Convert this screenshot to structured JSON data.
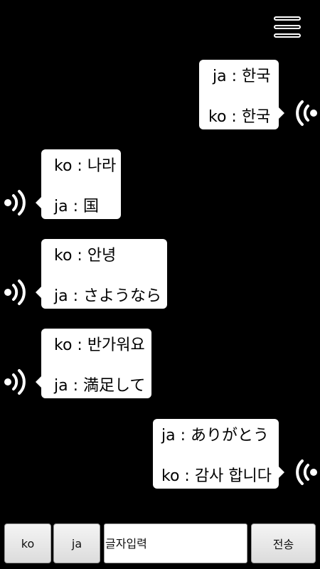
{
  "menu": {
    "icon": "menu-icon"
  },
  "messages": [
    {
      "side": "right",
      "line1": "ja : 한국",
      "line2": "ko : 한국"
    },
    {
      "side": "left",
      "line1": "ko : 나라",
      "line2": "ja : 国"
    },
    {
      "side": "left",
      "line1": "ko : 안녕",
      "line2": "ja : さようなら"
    },
    {
      "side": "left",
      "line1": "ko : 반가워요",
      "line2": "ja : 満足して"
    },
    {
      "side": "right",
      "line1": "ja : ありがとう",
      "line2": "ko : 감사 합니다"
    }
  ],
  "input_bar": {
    "ko_label": "ko",
    "ja_label": "ja",
    "input_placeholder": "글자입력",
    "input_value": "",
    "send_label": "전송"
  },
  "colors": {
    "background": "#000000",
    "bubble": "#ffffff",
    "text": "#000000"
  }
}
